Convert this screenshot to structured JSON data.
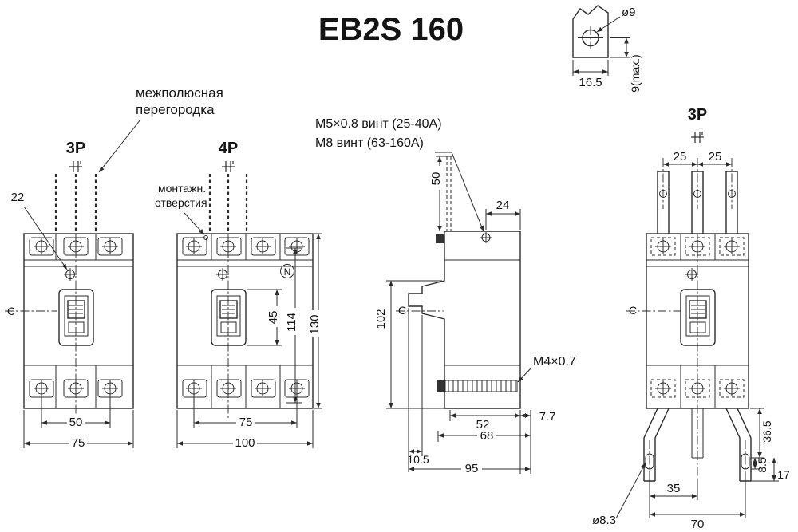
{
  "title": "EB2S 160",
  "symbols": {
    "centerline": "C"
  },
  "lug_detail": {
    "hole_dia": "ø9",
    "width": "16.5",
    "depth_max": "9(max.)"
  },
  "front_3p": {
    "label": "3P",
    "partition_note": [
      "межполюсная",
      "перегородка"
    ],
    "dim_mount_offset": "22",
    "dim_pole_span": "50",
    "dim_width": "75"
  },
  "front_4p": {
    "label": "4P",
    "mounting_note": [
      "монтажн.",
      "отверстия"
    ],
    "neutral_mark": "N",
    "dim_handle_height": "45",
    "dim_mount_height": "114",
    "dim_height": "130",
    "dim_pole_span": "75",
    "dim_width": "100"
  },
  "side": {
    "screw_note": [
      "M5×0.8 винт (25-40A)",
      "M8 винт (63-160A)"
    ],
    "terminal_screw": "M4×0.7",
    "dim_partition": "50",
    "dim_top_depth": "24",
    "dim_front_height": "102",
    "dim_base_depth": "52",
    "dim_screw_len": "7.7",
    "dim_mid_depth": "68",
    "dim_handle": "10.5",
    "dim_total_depth": "95"
  },
  "rear_3p": {
    "label": "3P",
    "dim_pitch_left": "25",
    "dim_pitch_right": "25",
    "dim_hole_offset": "36.5",
    "dim_slot": "8.5",
    "dim_hole_to_end": "17",
    "dim_hole_to_center": "35",
    "dim_hole_span": "70",
    "hole_dia": "ø8.3"
  }
}
